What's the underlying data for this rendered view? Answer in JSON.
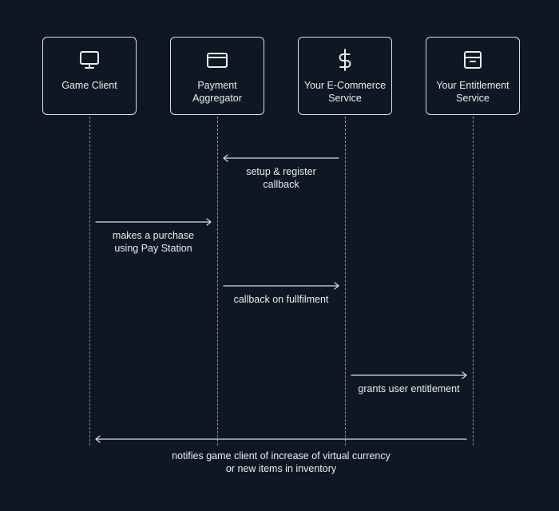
{
  "actors": [
    {
      "label": "Game Client",
      "icon": "monitor-icon"
    },
    {
      "label": "Payment\nAggregator",
      "icon": "credit-card-icon"
    },
    {
      "label": "Your E-Commerce\nService",
      "icon": "dollar-sign-icon"
    },
    {
      "label": "Your Entitlement\nService",
      "icon": "archive-box-icon"
    }
  ],
  "messages": [
    {
      "from": "Your E-Commerce Service",
      "to": "Payment Aggregator",
      "label": "setup & register\ncallback"
    },
    {
      "from": "Game Client",
      "to": "Payment Aggregator",
      "label": "makes a purchase\nusing Pay Station"
    },
    {
      "from": "Payment Aggregator",
      "to": "Your E-Commerce Service",
      "label": "callback on fullfilment"
    },
    {
      "from": "Your E-Commerce Service",
      "to": "Your Entitlement Service",
      "label": "grants user entitlement"
    },
    {
      "from": "Your Entitlement Service",
      "to": "Game Client",
      "label": "notifies game client of increase of virtual currency\nor new items in inventory"
    }
  ],
  "colors": {
    "background": "#0d1822",
    "stroke": "#d8dee4",
    "lifeline": "#8a949e",
    "text": "#e8edf2"
  }
}
